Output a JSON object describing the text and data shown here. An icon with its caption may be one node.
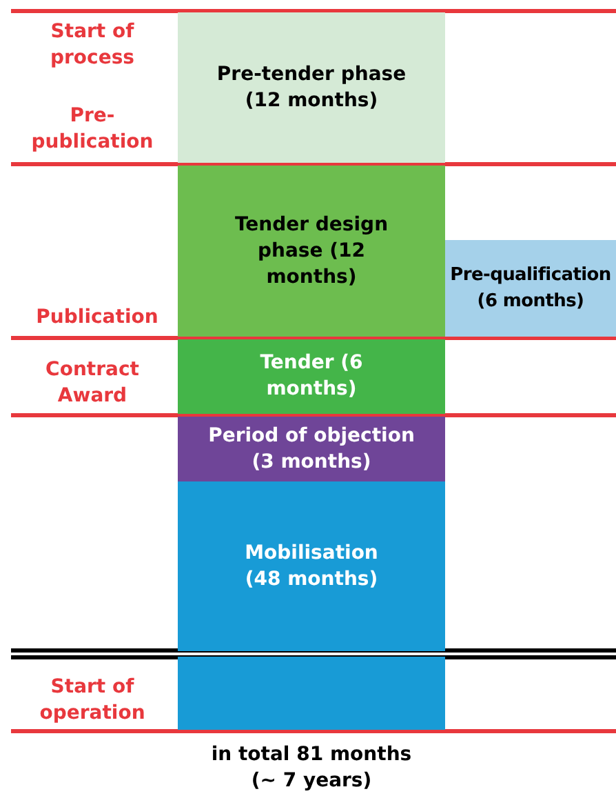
{
  "diagram": {
    "nodes": [
      {
        "text": [
          "Pre-tender phase (12 months)"
        ]
      },
      {
        "text": [
          "Tender design phase (12 months)"
        ]
      },
      {
        "text": [
          "Pre-qualification (6 months)"
        ]
      },
      {
        "text": [
          "Tender (6 months)"
        ]
      },
      {
        "text": [
          "Period of objection (3 months)"
        ]
      },
      {
        "text": [
          "Mobilisation (48 months)"
        ]
      },
      {
        "text": [],
        "shape": "box"
      }
    ],
    "edges": [],
    "labels": [
      "Start of process",
      "Pre-publication",
      "Publication",
      "Contract Award",
      "Start of operation",
      "in total 81 months (~ 7 years)"
    ]
  }
}
